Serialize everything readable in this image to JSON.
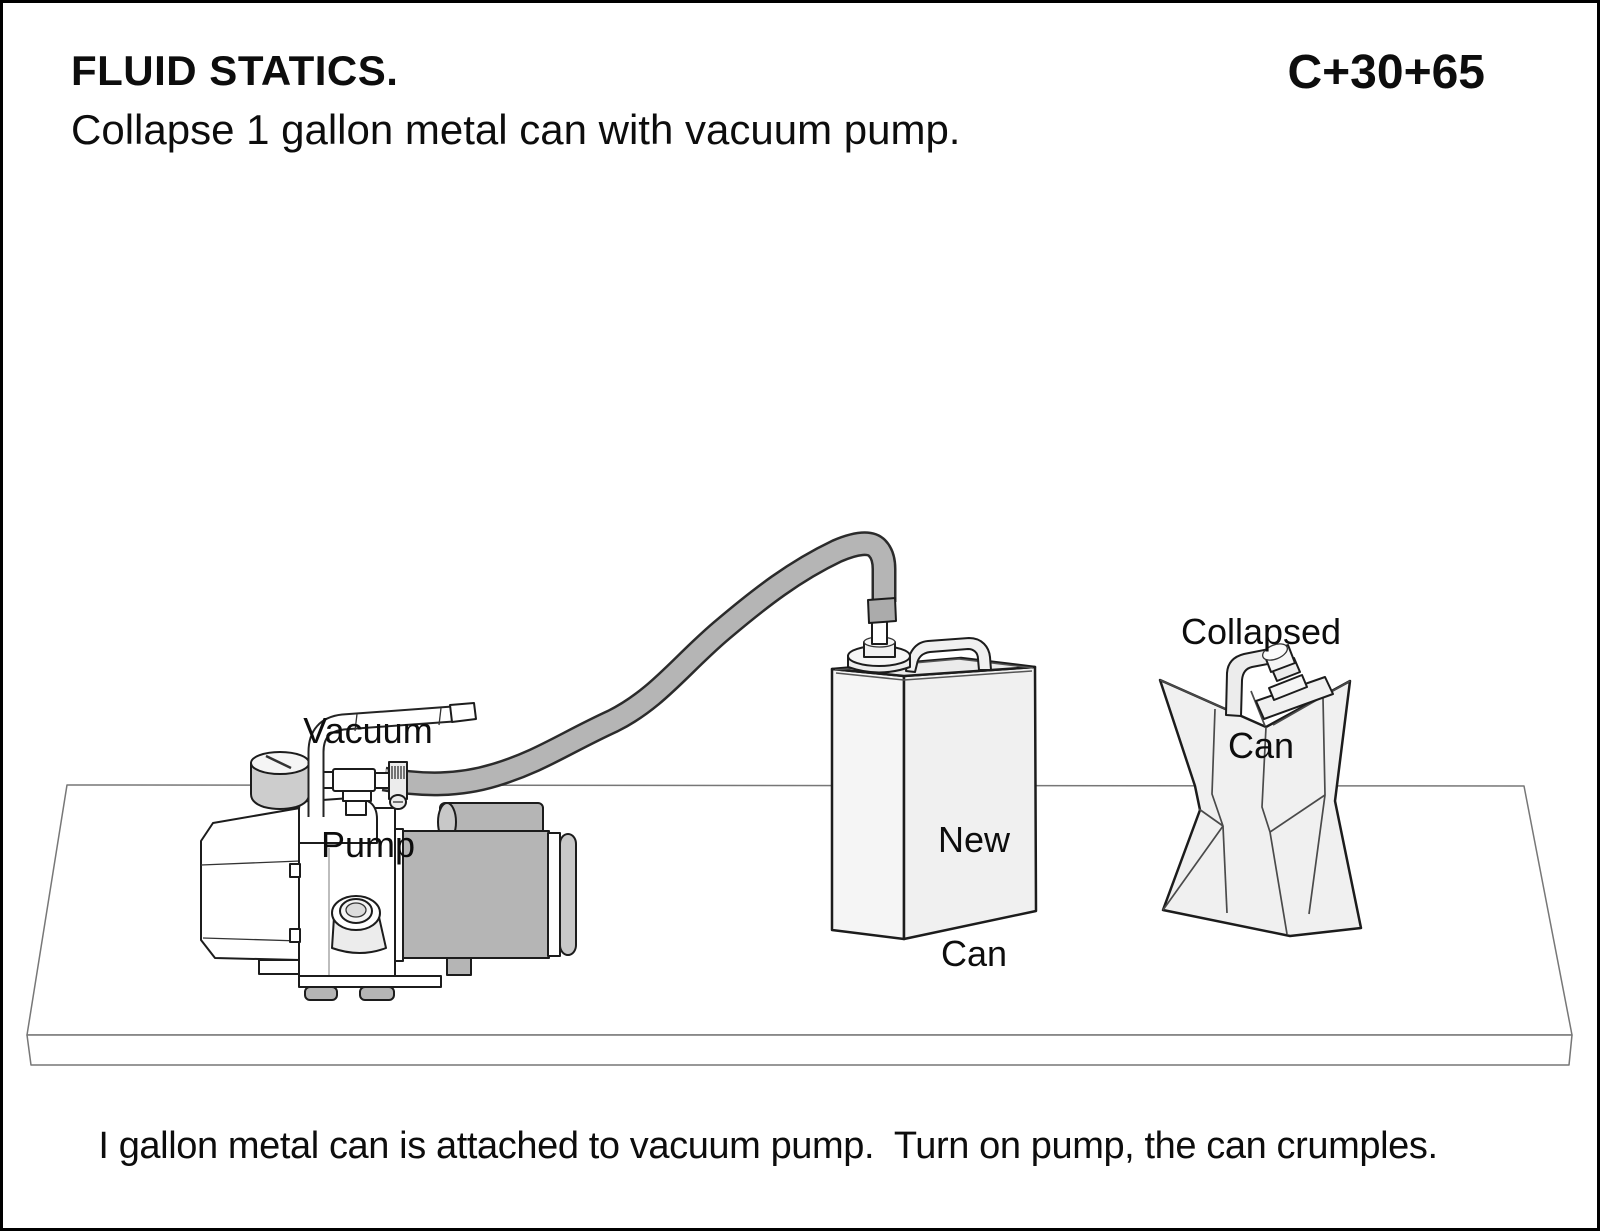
{
  "header": {
    "title": "FLUID STATICS.",
    "catalog_code": "C+30+65",
    "subtitle": "Collapse 1 gallon metal can with vacuum pump."
  },
  "diagram": {
    "labels": {
      "vacuum_pump": {
        "line1": "Vacuum",
        "line2": "Pump"
      },
      "new_can": {
        "line1": "New",
        "line2": "Can"
      },
      "collapsed_can": {
        "line1": "Collapsed",
        "line2": "Can"
      }
    },
    "objects": [
      "vacuum pump with pressure gauge and handle",
      "gray vacuum hose",
      "new 1 gallon metal can",
      "collapsed crumpled can",
      "table surface"
    ]
  },
  "caption": {
    "text": "I gallon metal can is attached to vacuum pump.  Turn on pump, the can crumples."
  },
  "colors": {
    "outline": "#1c1c1c",
    "metal_gray": "#b5b5b5",
    "light_gray": "#ececec",
    "panel_white": "#ffffff",
    "can_fill": "#f0f0f0",
    "table_line": "#777777"
  }
}
